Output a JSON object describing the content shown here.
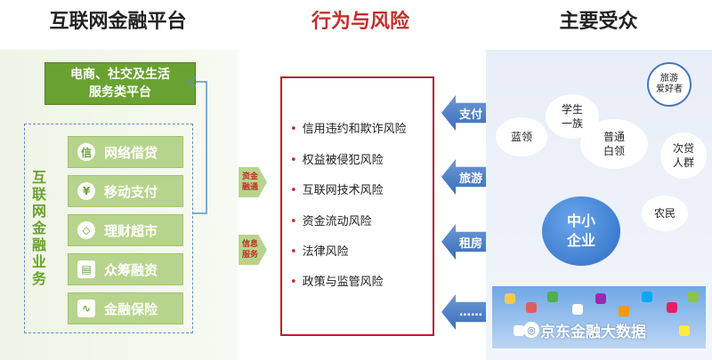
{
  "headers": {
    "left": "互联网金融平台",
    "middle": "行为与风险",
    "right": "主要受众"
  },
  "left": {
    "platform_line1": "电商、社交及生活",
    "platform_line2": "服务类平台",
    "vertical_label": [
      "互",
      "联",
      "网",
      "金",
      "融",
      "业",
      "务"
    ],
    "services": [
      {
        "label": "网络借贷",
        "icon": "credit-icon"
      },
      {
        "label": "移动支付",
        "icon": "yen-icon"
      },
      {
        "label": "理财超市",
        "icon": "diamond-icon"
      },
      {
        "label": "众筹融资",
        "icon": "document-icon"
      },
      {
        "label": "金融保险",
        "icon": "chart-icon"
      }
    ]
  },
  "connectors": [
    {
      "line1": "资金",
      "line2": "融通"
    },
    {
      "line1": "信息",
      "line2": "服务"
    }
  ],
  "risks": [
    "信用违约和欺诈风险",
    "权益被侵犯风险",
    "互联网技术风险",
    "资金流动风险",
    "法律风险",
    "政策与监管风险"
  ],
  "channels": [
    "支付",
    "旅游",
    "租房",
    "……"
  ],
  "audience": {
    "travel": "旅游\n爱好者",
    "student": "学生\n一族",
    "blue_collar": "蓝领",
    "white_collar": "普通\n白领",
    "subprime": "次贷\n人群",
    "farmer": "农民",
    "sme": "中小\n企业"
  },
  "watermark": "京东金融大数据",
  "colors": {
    "accent_green": "#6aa232",
    "service_green": "#b7d48c",
    "risk_red": "#c0302b",
    "arrow_blue": "#3a6db9",
    "sme_blue": "#2e6cc4"
  }
}
